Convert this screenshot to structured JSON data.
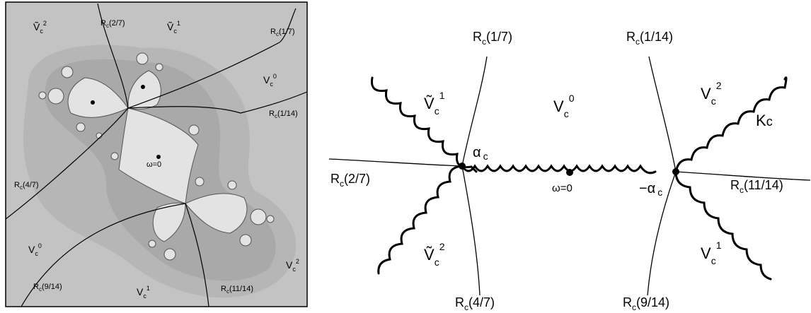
{
  "left_panel": {
    "labels": {
      "v2_tilde": "Ṽ",
      "v2_tilde_sub": "c",
      "v2_tilde_sup": "2",
      "v1_tilde": "Ṽ",
      "v1_tilde_sub": "c",
      "v1_tilde_sup": "1",
      "v0_right": "V",
      "v0_right_sub": "c",
      "v0_right_sup": "0",
      "v0_left": "V",
      "v0_left_sub": "c",
      "v0_left_sup": "0",
      "v1_bottom": "V",
      "v1_bottom_sub": "c",
      "v1_bottom_sup": "1",
      "v2_bottom": "V",
      "v2_bottom_sub": "c",
      "v2_bottom_sup": "2",
      "omega": "ω=0"
    },
    "rays": {
      "r27": "R",
      "r27_sub": "c",
      "r27_arg": "(2/7)",
      "r17": "R",
      "r17_sub": "c",
      "r17_arg": "(1/7)",
      "r114": "R",
      "r114_sub": "c",
      "r114_arg": "(1/14)",
      "r47": "R",
      "r47_sub": "c",
      "r47_arg": "(4/7)",
      "r914": "R",
      "r914_sub": "c",
      "r914_arg": "(9/14)",
      "r1114": "R",
      "r1114_sub": "c",
      "r1114_arg": "(11/14)"
    }
  },
  "right_panel": {
    "rays": {
      "r17": "R",
      "r17_sub": "c",
      "r17_arg": "(1/7)",
      "r114": "R",
      "r114_sub": "c",
      "r114_arg": "(1/14)",
      "r27": "R",
      "r27_sub": "c",
      "r27_arg": "(2/7)",
      "r1114": "R",
      "r1114_sub": "c",
      "r1114_arg": "(11/14)",
      "r47": "R",
      "r47_sub": "c",
      "r47_arg": "(4/7)",
      "r914": "R",
      "r914_sub": "c",
      "r914_arg": "(9/14)"
    },
    "labels": {
      "v1_tilde": "Ṽ",
      "v1_tilde_sub": "c",
      "v1_tilde_sup": "1",
      "v0": "V",
      "v0_sub": "c",
      "v0_sup": "0",
      "v2": "V",
      "v2_sub": "c",
      "v2_sup": "2",
      "kc": "K",
      "kc_sub": "c",
      "alpha": "α",
      "alpha_sub": "c",
      "neg_alpha": "−α",
      "neg_alpha_sub": "c",
      "omega": "ω=0",
      "v2_tilde": "Ṽ",
      "v2_tilde_sub": "c",
      "v2_tilde_sup": "2",
      "v1": "V",
      "v1_sub": "c",
      "v1_sup": "1"
    }
  }
}
